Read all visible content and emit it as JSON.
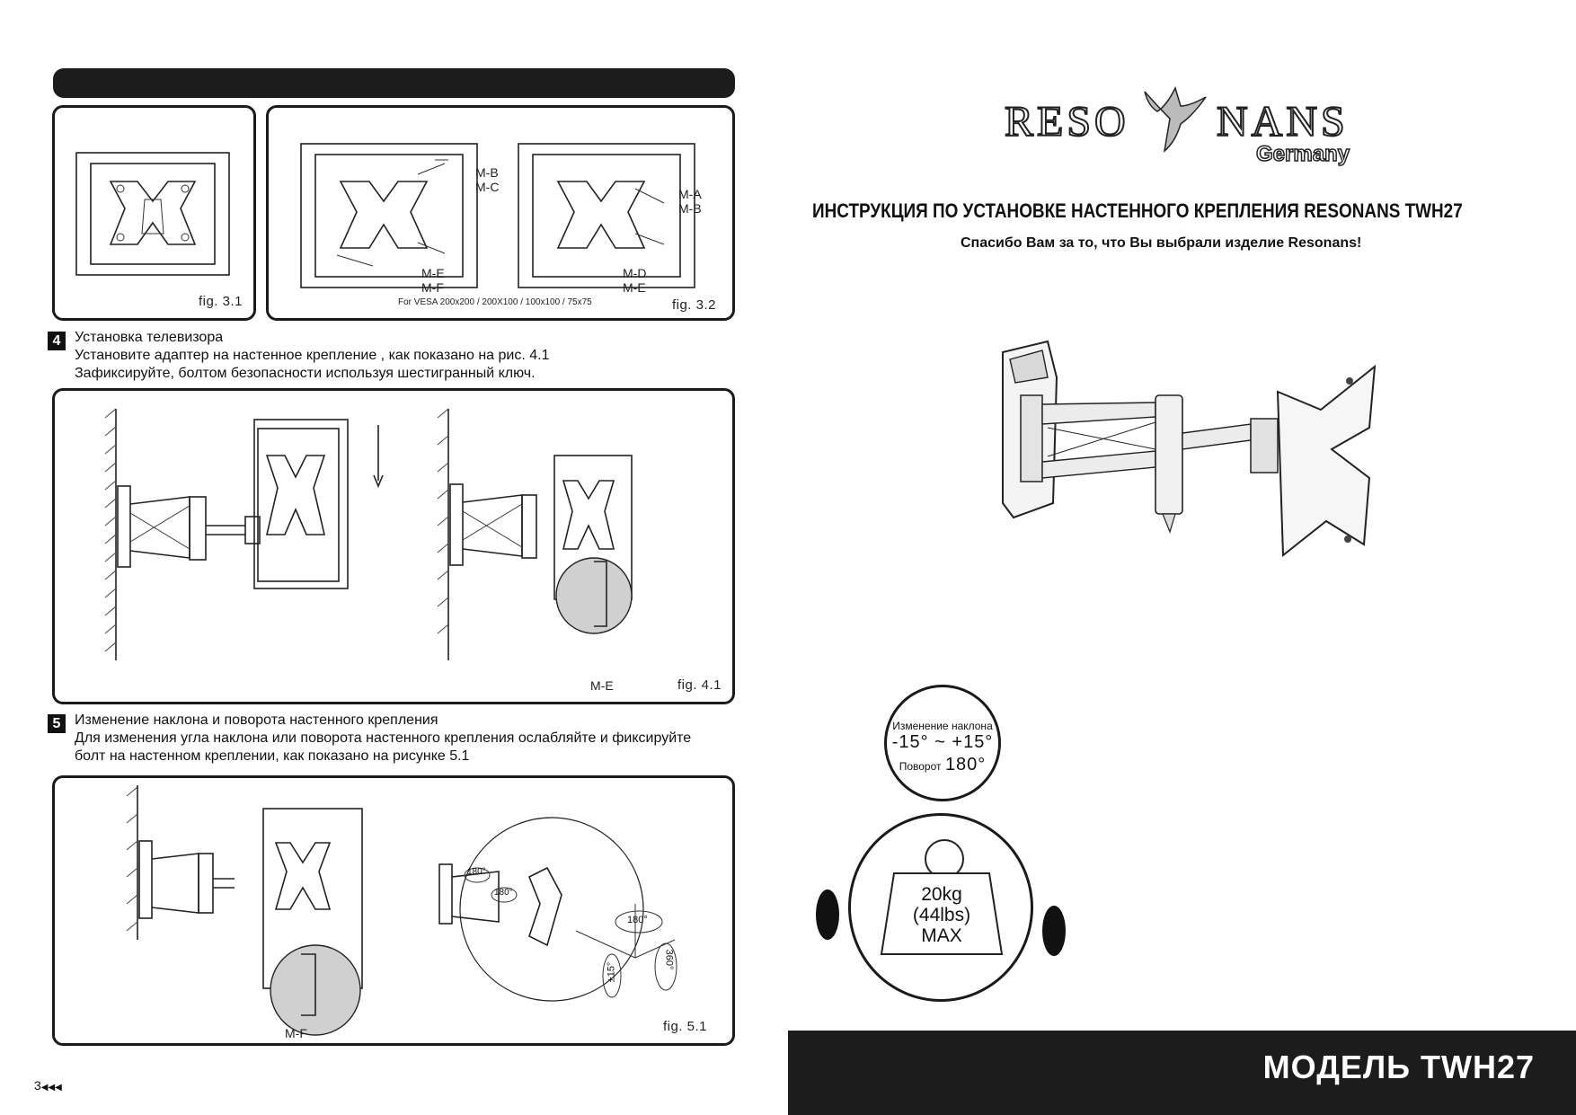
{
  "left_page": {
    "header_bar": "",
    "fig31": {
      "label": "fig. 3.1"
    },
    "fig32": {
      "label": "fig. 3.2",
      "vesa_note": "For VESA 200x200 / 200X100 / 100x100 / 75x75",
      "callout_left_top": [
        "M-B",
        "M-C"
      ],
      "callout_left_bottom": [
        "M-E",
        "M-F"
      ],
      "callout_right_top": [
        "M-A",
        "M-B"
      ],
      "callout_right_bottom": [
        "M-D",
        "M-E"
      ]
    },
    "step4": {
      "number": "4",
      "title": "Установка телевизора",
      "line1": "Установите адаптер на настенное крепление , как показано на рис. 4.1",
      "line2": "Зафиксируйте, болтом безопасности используя шестигранный ключ.",
      "fig_label": "fig. 4.1",
      "callout": "M-E"
    },
    "step5": {
      "number": "5",
      "title": "Изменение наклона и поворота настенного крепления",
      "line1": "Для изменения угла наклона или поворота настенного крепления ослабляйте и фиксируйте",
      "line2": "болт на настенном креплении, как показано на рисунке  5.1",
      "fig_label": "fig. 5.1",
      "callout": "M-F",
      "rot_labels": [
        "180°",
        "180°",
        "180°",
        "360°",
        "±15°"
      ]
    },
    "page_number": "3"
  },
  "right_page": {
    "brand_left": "RESO",
    "brand_right": "NANS",
    "brand_sub": "Germany",
    "title": "ИНСТРУКЦИЯ ПО УСТАНОВКЕ НАСТЕННОГО КРЕПЛЕНИЯ RESONANS TWH27",
    "subtitle": "Спасибо Вам за то, что Вы выбрали изделие Resonans!",
    "spec_circle": {
      "tilt_label": "Изменение наклона",
      "tilt_value": "-15° ~ +15°",
      "swivel_label": "Поворот",
      "swivel_value": "180°"
    },
    "weight": {
      "kg": "20kg",
      "lbs": "(44lbs)",
      "max": "MAX"
    },
    "model_banner": "МОДЕЛЬ TWH27"
  },
  "colors": {
    "banner_bg": "#1c1c1c",
    "banner_text": "#ffffff",
    "panel_border": "#1a1a1a"
  }
}
